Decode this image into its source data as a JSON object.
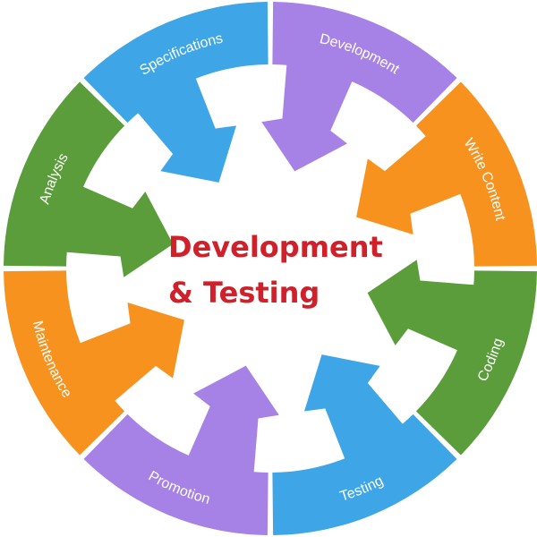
{
  "center": {
    "line1": "Development",
    "line2": "& Testing"
  },
  "segments": [
    {
      "label": "Development",
      "color": "#a682e6"
    },
    {
      "label": "Write Content",
      "color": "#f7921e"
    },
    {
      "label": "Coding",
      "color": "#5a9d3a"
    },
    {
      "label": "Testing",
      "color": "#3ea6e6"
    },
    {
      "label": "Promotion",
      "color": "#a682e6"
    },
    {
      "label": "Maintenance",
      "color": "#f7921e"
    },
    {
      "label": "Analysis",
      "color": "#5a9d3a"
    },
    {
      "label": "Specifications",
      "color": "#3ea6e6"
    }
  ]
}
